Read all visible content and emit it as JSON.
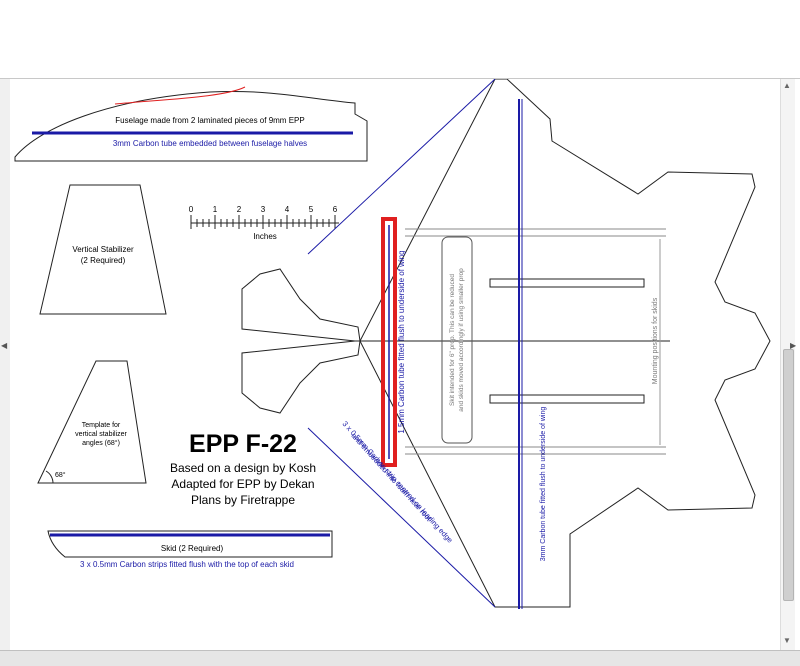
{
  "plan": {
    "fuselage_label": "Fuselage made from 2 laminated pieces of 9mm EPP",
    "fuselage_tube": "3mm Carbon tube embedded between fuselage halves",
    "ruler_numbers": [
      "0",
      "1",
      "2",
      "3",
      "4",
      "5",
      "6"
    ],
    "ruler_unit": "Inches",
    "vstab_label_1": "Vertical Stabilizer",
    "vstab_label_2": "(2 Required)",
    "template_1": "Template for",
    "template_2": "vertical stabilizer",
    "template_3": "angles (68°)",
    "angle_label": "68°",
    "title": "EPP F-22",
    "credit_1": "Based on a design by Kosh",
    "credit_2": "Adapted for EPP by Dekan",
    "credit_3": "Plans by Firetrappe",
    "skid_label": "Skid (2 Required)",
    "skid_carbon": "3 x 0.5mm Carbon strips fitted flush with the top of each skid",
    "leading_edge_1": "3 x 0.5mm Carbon strip centred on leading edge",
    "leading_edge_2": "and embedded into foam near root",
    "tube_red": "1.5mm Carbon tube fitted flush to underside of wing",
    "skit_1": "Skit intended for 6\" prop. This can be reduced",
    "skit_2": "and skids moved accordingly if using smaller prop",
    "mounting": "Mounting positions for skids",
    "tube_blue": "3mm Carbon tube fitted flush to underside of wing"
  },
  "colors": {
    "blue": "#1a1aa6",
    "red": "#e02020",
    "outline": "#222222",
    "note_gray": "#777777"
  },
  "icons": {
    "left": "triangle-left-icon",
    "right": "triangle-right-icon",
    "up": "triangle-up-icon",
    "down": "triangle-down-icon"
  }
}
